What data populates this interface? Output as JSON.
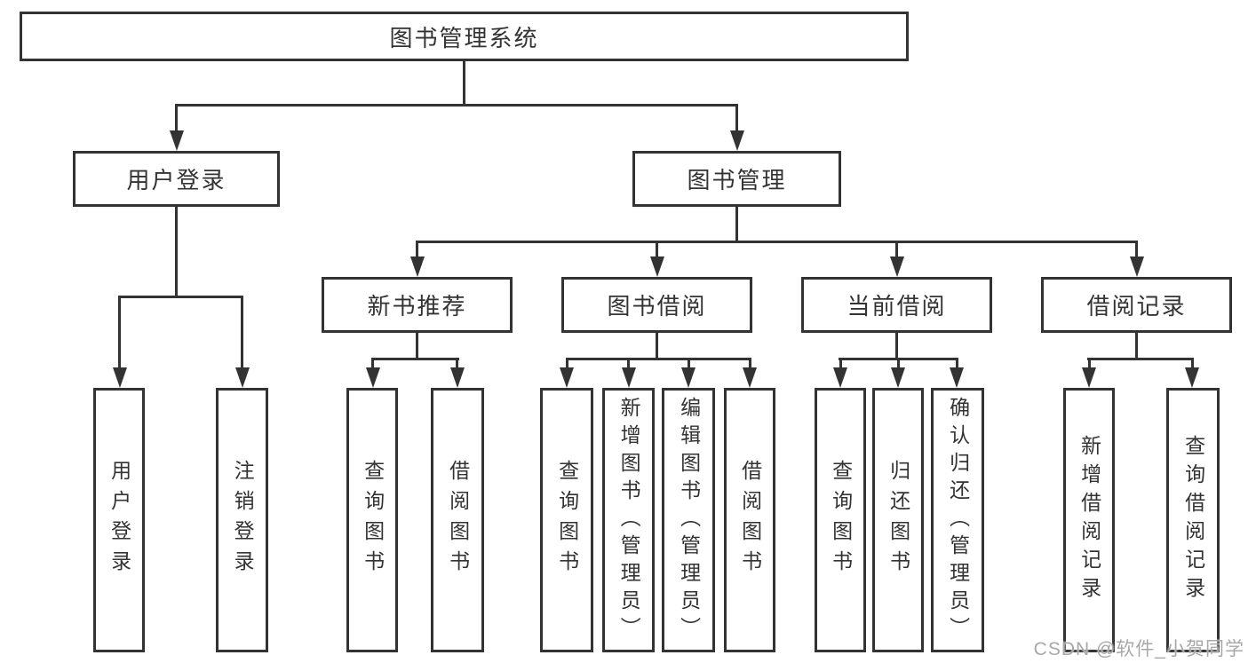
{
  "nodes": {
    "root": "图书管理系统",
    "user_login": "用户登录",
    "book_management": "图书管理",
    "l3": [
      "新书推荐",
      "图书借阅",
      "当前借阅",
      "借阅记录"
    ],
    "user_login_children": [
      "用户登录",
      "注销登录"
    ],
    "new_book_children": [
      "查询图书",
      "借阅图书"
    ],
    "book_borrow_children": [
      "查询图书",
      "新增图书（管理员）",
      "编辑图书（管理员）",
      "借阅图书"
    ],
    "current_borrow_children": [
      "查询图书",
      "归还图书",
      "确认归还（管理员）"
    ],
    "record_children": [
      "新增借阅记录",
      "查询借阅记录"
    ]
  },
  "watermark": "CSDN @软件_小贺同学",
  "colors": {
    "line": "#333333",
    "text": "#333333",
    "box_background": "#ffffff",
    "watermark": "#a8a8a8"
  }
}
